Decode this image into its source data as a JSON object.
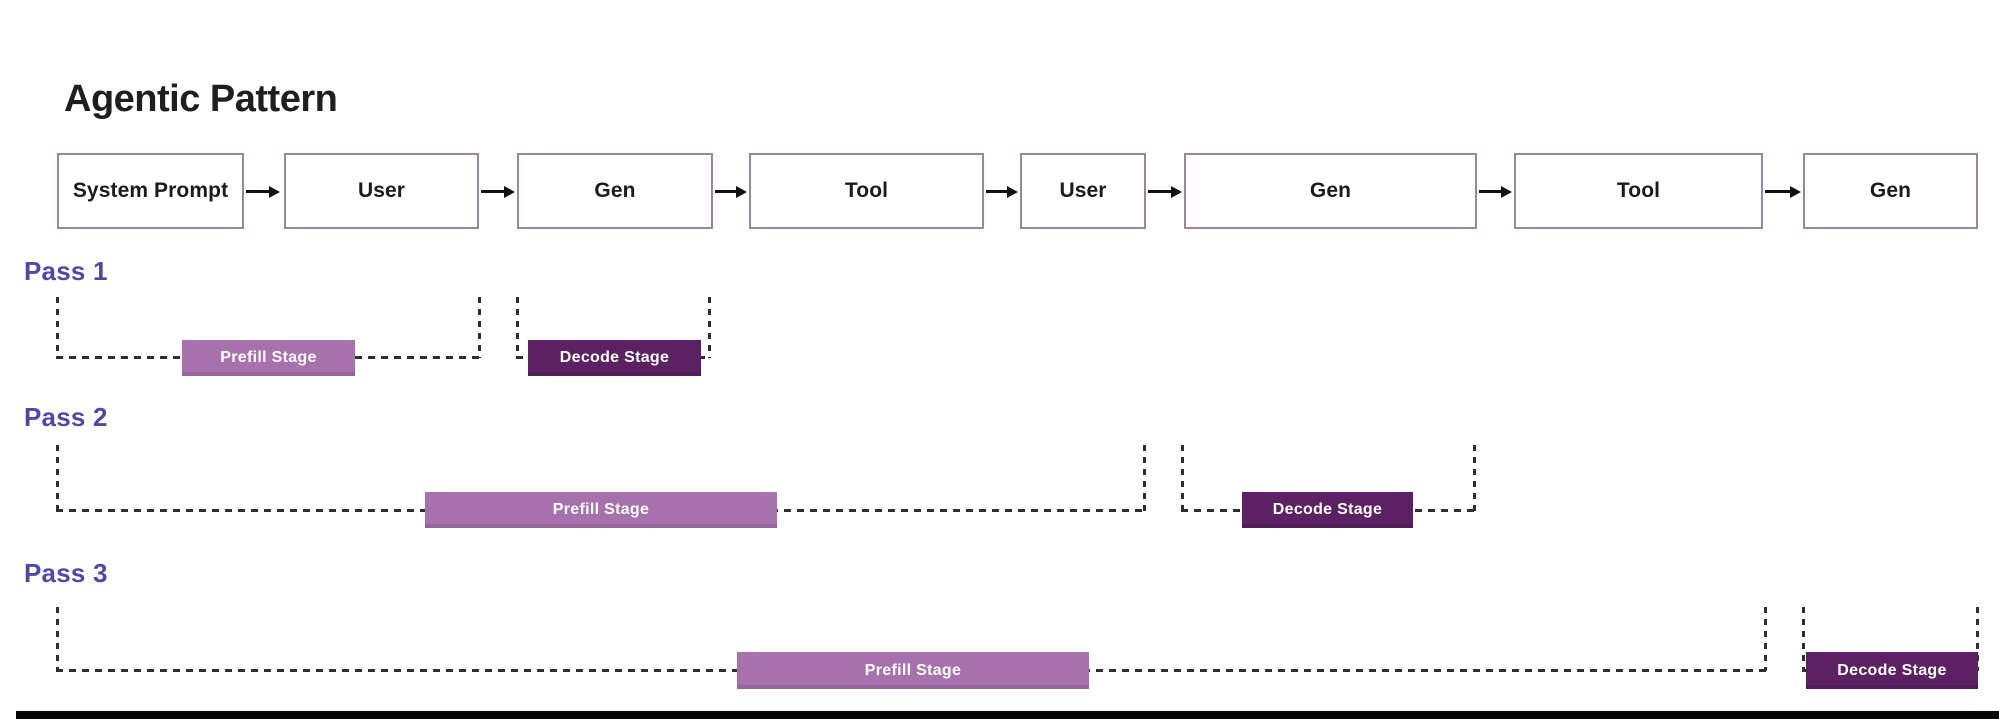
{
  "title": "Agentic Pattern",
  "flow": {
    "boxes": [
      {
        "label": "System Prompt"
      },
      {
        "label": "User"
      },
      {
        "label": "Gen"
      },
      {
        "label": "Tool"
      },
      {
        "label": "User"
      },
      {
        "label": "Gen"
      },
      {
        "label": "Tool"
      },
      {
        "label": "Gen"
      }
    ]
  },
  "passes": [
    {
      "label": "Pass 1",
      "prefill_label": "Prefill Stage",
      "decode_label": "Decode Stage"
    },
    {
      "label": "Pass 2",
      "prefill_label": "Prefill Stage",
      "decode_label": "Decode Stage"
    },
    {
      "label": "Pass 3",
      "prefill_label": "Prefill Stage",
      "decode_label": "Decode Stage"
    }
  ],
  "colors": {
    "prefill_bar": "#A771AD",
    "decode_bar": "#5B2162",
    "pass_label": "#4C4AA4",
    "box_border": "#9B84A2",
    "dash_line": "#2E2E2E",
    "title_text": "#1F1F1F"
  }
}
